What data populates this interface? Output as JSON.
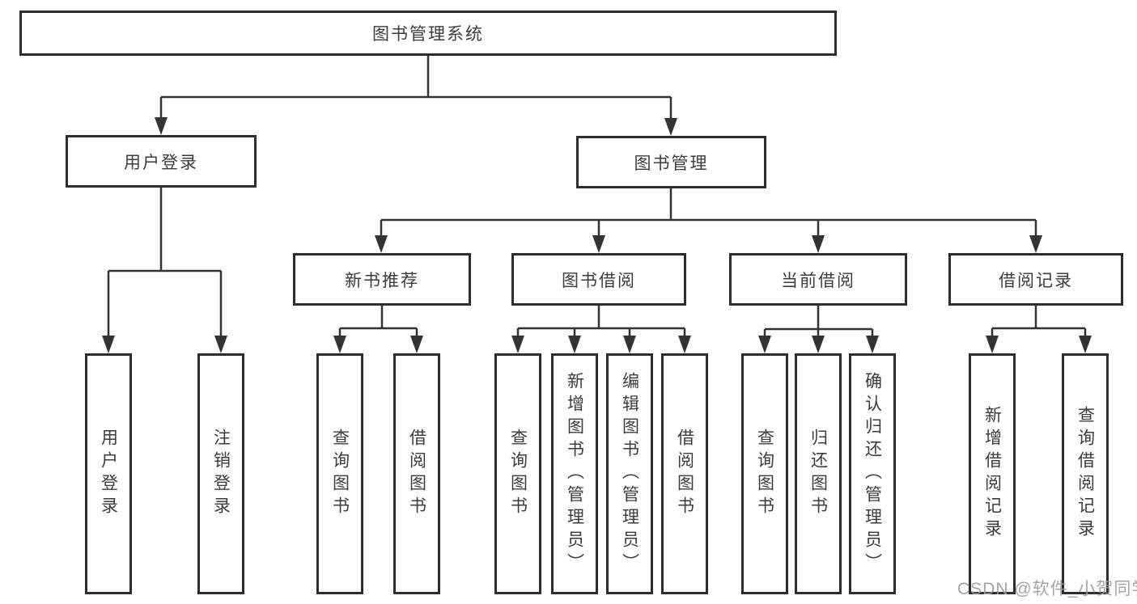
{
  "diagram": {
    "root": {
      "label": "图书管理系统"
    },
    "level1": [
      {
        "id": "user-login",
        "label": "用户登录"
      },
      {
        "id": "book-management",
        "label": "图书管理"
      }
    ],
    "level2": [
      {
        "id": "new-book-recommend",
        "label": "新书推荐"
      },
      {
        "id": "book-borrow",
        "label": "图书借阅"
      },
      {
        "id": "current-borrow",
        "label": "当前借阅"
      },
      {
        "id": "borrow-records",
        "label": "借阅记录"
      }
    ],
    "leaves": {
      "user_login": [
        {
          "label": "用户登录"
        },
        {
          "label": "注销登录"
        }
      ],
      "new_book_recommend": [
        {
          "label": "查询图书"
        },
        {
          "label": "借阅图书"
        }
      ],
      "book_borrow": [
        {
          "label": "查询图书"
        },
        {
          "label": "新增图书（管理员）"
        },
        {
          "label": "编辑图书（管理员）"
        },
        {
          "label": "借阅图书"
        }
      ],
      "current_borrow": [
        {
          "label": "查询图书"
        },
        {
          "label": "归还图书"
        },
        {
          "label": "确认归还（管理员）"
        }
      ],
      "borrow_records": [
        {
          "label": "新增借阅记录"
        },
        {
          "label": "查询借阅记录"
        }
      ]
    }
  },
  "watermark": {
    "text": "CSDN @软件_小贺同学",
    "color": "#9b9b9b"
  },
  "colors": {
    "line": "#333333",
    "box_border": "#2e2e2e",
    "box_fill": "#ffffff",
    "text": "#3c3c3c",
    "background": "#ffffff"
  }
}
